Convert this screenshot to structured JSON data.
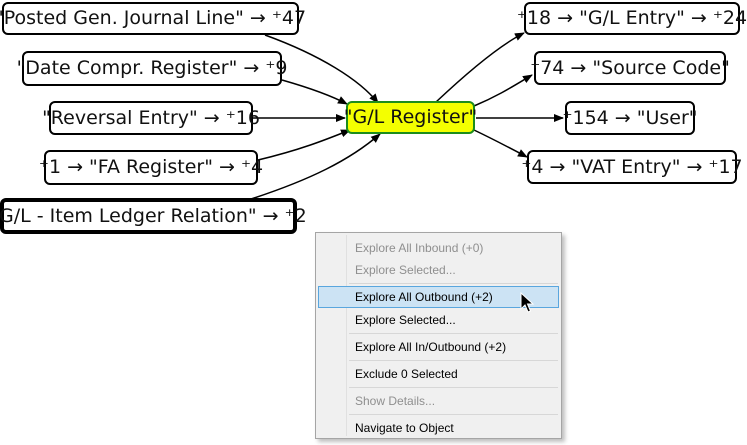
{
  "graph": {
    "center": "\"G/L Register\"",
    "inbound": [
      "\"Posted Gen. Journal Line\" → ⁺47",
      "\"Date Compr. Register\" → ⁺9",
      "\"Reversal Entry\" → ⁺16",
      "⁺1 → \"FA Register\" → ⁺4",
      "\"G/L - Item Ledger Relation\" → ⁺2"
    ],
    "outbound": [
      "⁺18 → \"G/L Entry\" → ⁺24",
      "⁺74 → \"Source Code\"",
      "⁺154 → \"User\"",
      "⁺4 → \"VAT Entry\" → ⁺17"
    ]
  },
  "context_menu": {
    "items": [
      {
        "label": "Explore All Inbound (+0)",
        "enabled": false
      },
      {
        "label": "Explore Selected...",
        "enabled": false
      },
      {
        "label": "Explore All Outbound (+2)",
        "enabled": true,
        "highlighted": true
      },
      {
        "label": "Explore Selected...",
        "enabled": true
      },
      {
        "label": "Explore All In/Outbound (+2)",
        "enabled": true
      },
      {
        "label": "Exclude 0 Selected",
        "enabled": true
      },
      {
        "label": "Show Details...",
        "enabled": false
      },
      {
        "label": "Navigate to Object",
        "enabled": true
      }
    ]
  },
  "colors": {
    "center_fill": "#f4ff00",
    "center_border": "#1c8d1c",
    "menu_highlight": "#cce3f4",
    "menu_highlight_border": "#59a6de"
  }
}
